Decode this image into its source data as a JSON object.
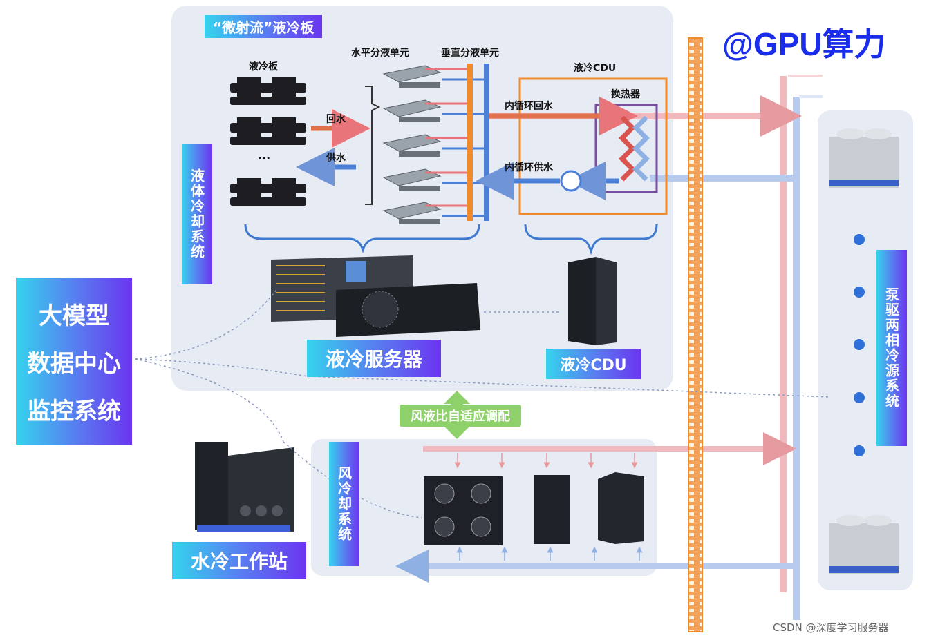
{
  "brand": "@GPU算力",
  "top_panel": {
    "badge": "“微射流”液冷板",
    "label_cold_plate": "液冷板",
    "label_horizontal_unit": "水平分液单元",
    "label_vertical_unit": "垂直分液单元",
    "label_cdu_box": "液冷CDU",
    "label_heat_exchanger": "换热器",
    "label_return": "回水",
    "label_supply": "供水",
    "label_inner_return": "内循环回水",
    "label_inner_supply": "内循环供水",
    "ellipsis": "···",
    "side_label": "液体冷却系统",
    "server_label": "液冷服务器",
    "cdu_label": "液冷CDU"
  },
  "left_box": {
    "line1": "大模型",
    "line2": "数据中心",
    "line3": "监控系统"
  },
  "adaptive_label": "风液比自适应调配",
  "air_panel": {
    "side_label": "风冷却系统"
  },
  "workstation_label": "水冷工作站",
  "right_panel": {
    "side_label": "泵驱两相冷源系统"
  },
  "watermark": "CSDN @深度学习服务器",
  "colors": {
    "accent_blue": "#1a2dea",
    "pipe_red": "#e58a8a",
    "pipe_blue": "#8fb0e3",
    "orange": "#f08a2a"
  }
}
